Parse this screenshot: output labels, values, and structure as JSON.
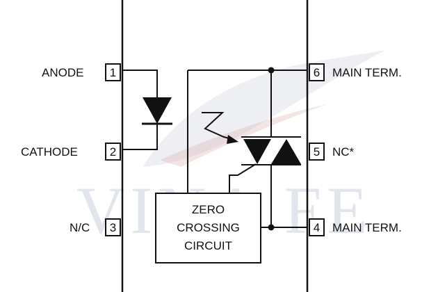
{
  "diagram": {
    "pins": [
      {
        "number": "1",
        "label": "ANODE"
      },
      {
        "number": "2",
        "label": "CATHODE"
      },
      {
        "number": "3",
        "label": "N/C"
      },
      {
        "number": "4",
        "label": "MAIN TERM."
      },
      {
        "number": "5",
        "label": "NC*"
      },
      {
        "number": "6",
        "label": "MAIN TERM."
      }
    ],
    "zero_crossing": {
      "line1": "ZERO",
      "line2": "CROSSING",
      "line3": "CIRCUIT"
    },
    "watermark": "VINA FE",
    "colors": {
      "ink": "#111111",
      "watermark": "#9aa9bd",
      "watermark_accent": "#d9a3a3"
    }
  }
}
